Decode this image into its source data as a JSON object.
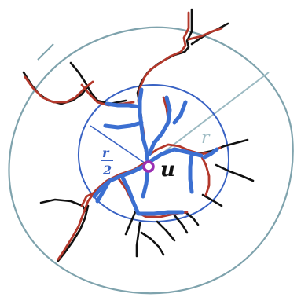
{
  "diagram": {
    "labels": {
      "center_point": "u",
      "outer_radius": "r",
      "inner_radius_num": "r",
      "inner_radius_den": "2"
    },
    "colors": {
      "outer_circle": "#7fa3ad",
      "outer_radius_line": "#9cbac2",
      "inner_circle": "#3a63c4",
      "inner_radius_line": "#3a63c4",
      "black_paths": "#111111",
      "red_paths": "#b3382b",
      "blue_paths": "#3b6fd1",
      "center_point": "#9b2fb3"
    }
  }
}
